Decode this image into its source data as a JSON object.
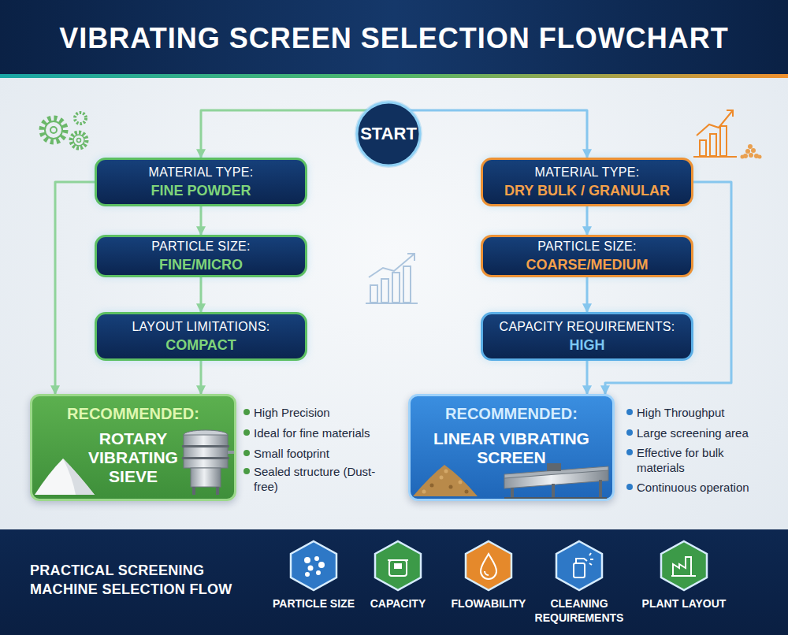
{
  "diagram": {
    "title": "VIBRATING SCREEN SELECTION FLOWCHART",
    "nodes": [
      {
        "text": [
          "START"
        ]
      },
      {
        "text": [
          "MATERIAL TYPE:",
          "FINE POWDER"
        ]
      },
      {
        "text": [
          "MATERIAL TYPE:",
          "DRY BULK / GRANULAR"
        ]
      },
      {
        "text": [
          "PARTICLE SIZE:",
          "FINE/MICRO"
        ]
      },
      {
        "text": [
          "PARTICLE SIZE:",
          "COARSE/MEDIUM"
        ]
      },
      {
        "text": [
          "LAYOUT LIMITATIONS:",
          "COMPACT"
        ]
      },
      {
        "text": [
          "CAPACITY REQUIREMENTS:",
          "HIGH"
        ]
      },
      {
        "text": [
          "RECOMMENDED:",
          "ROTARY VIBRATING SIEVE"
        ]
      },
      {
        "text": [
          "RECOMMENDED:",
          "LINEAR VIBRATING SCREEN"
        ]
      },
      {
        "text": [
          "PRACTICAL SCREENING MACHINE SELECTION FLOW"
        ]
      },
      {
        "text": [
          "PARTICLE SIZE"
        ],
        "in": 9
      },
      {
        "text": [
          "CAPACITY"
        ],
        "in": 9
      },
      {
        "text": [
          "FLOWABILITY"
        ],
        "in": 9
      },
      {
        "text": [
          "CLEANING REQUIREMENTS"
        ],
        "in": 9
      },
      {
        "text": [
          "PLANT LAYOUT"
        ],
        "in": 9
      }
    ],
    "edges": [
      {
        "from": 0,
        "to": 1,
        "arrow": "to"
      },
      {
        "from": 0,
        "to": 2,
        "arrow": "to"
      },
      {
        "from": 1,
        "to": 3,
        "arrow": "to"
      },
      {
        "from": 3,
        "to": 5,
        "arrow": "to"
      },
      {
        "from": 5,
        "to": 7,
        "arrow": "to"
      },
      {
        "from": 1,
        "to": 7,
        "arrow": "to"
      },
      {
        "from": 2,
        "to": 4,
        "arrow": "to"
      },
      {
        "from": 4,
        "to": 6,
        "arrow": "to"
      },
      {
        "from": 6,
        "to": 8,
        "arrow": "to"
      },
      {
        "from": 2,
        "to": 8,
        "arrow": "to"
      },
      {
        "from": 10,
        "to": 11,
        "arrow": "none"
      },
      {
        "from": 11,
        "to": 12,
        "arrow": "none"
      },
      {
        "from": 12,
        "to": 13,
        "arrow": "none"
      },
      {
        "from": 13,
        "to": 14,
        "arrow": "none"
      }
    ],
    "labels": [
      "High Precision",
      "Ideal for fine materials",
      "Small footprint",
      "Sealed structure (Dust-free)",
      "High Throughput",
      "Large screening area",
      "Effective for bulk materials",
      "Continuous operation"
    ]
  }
}
